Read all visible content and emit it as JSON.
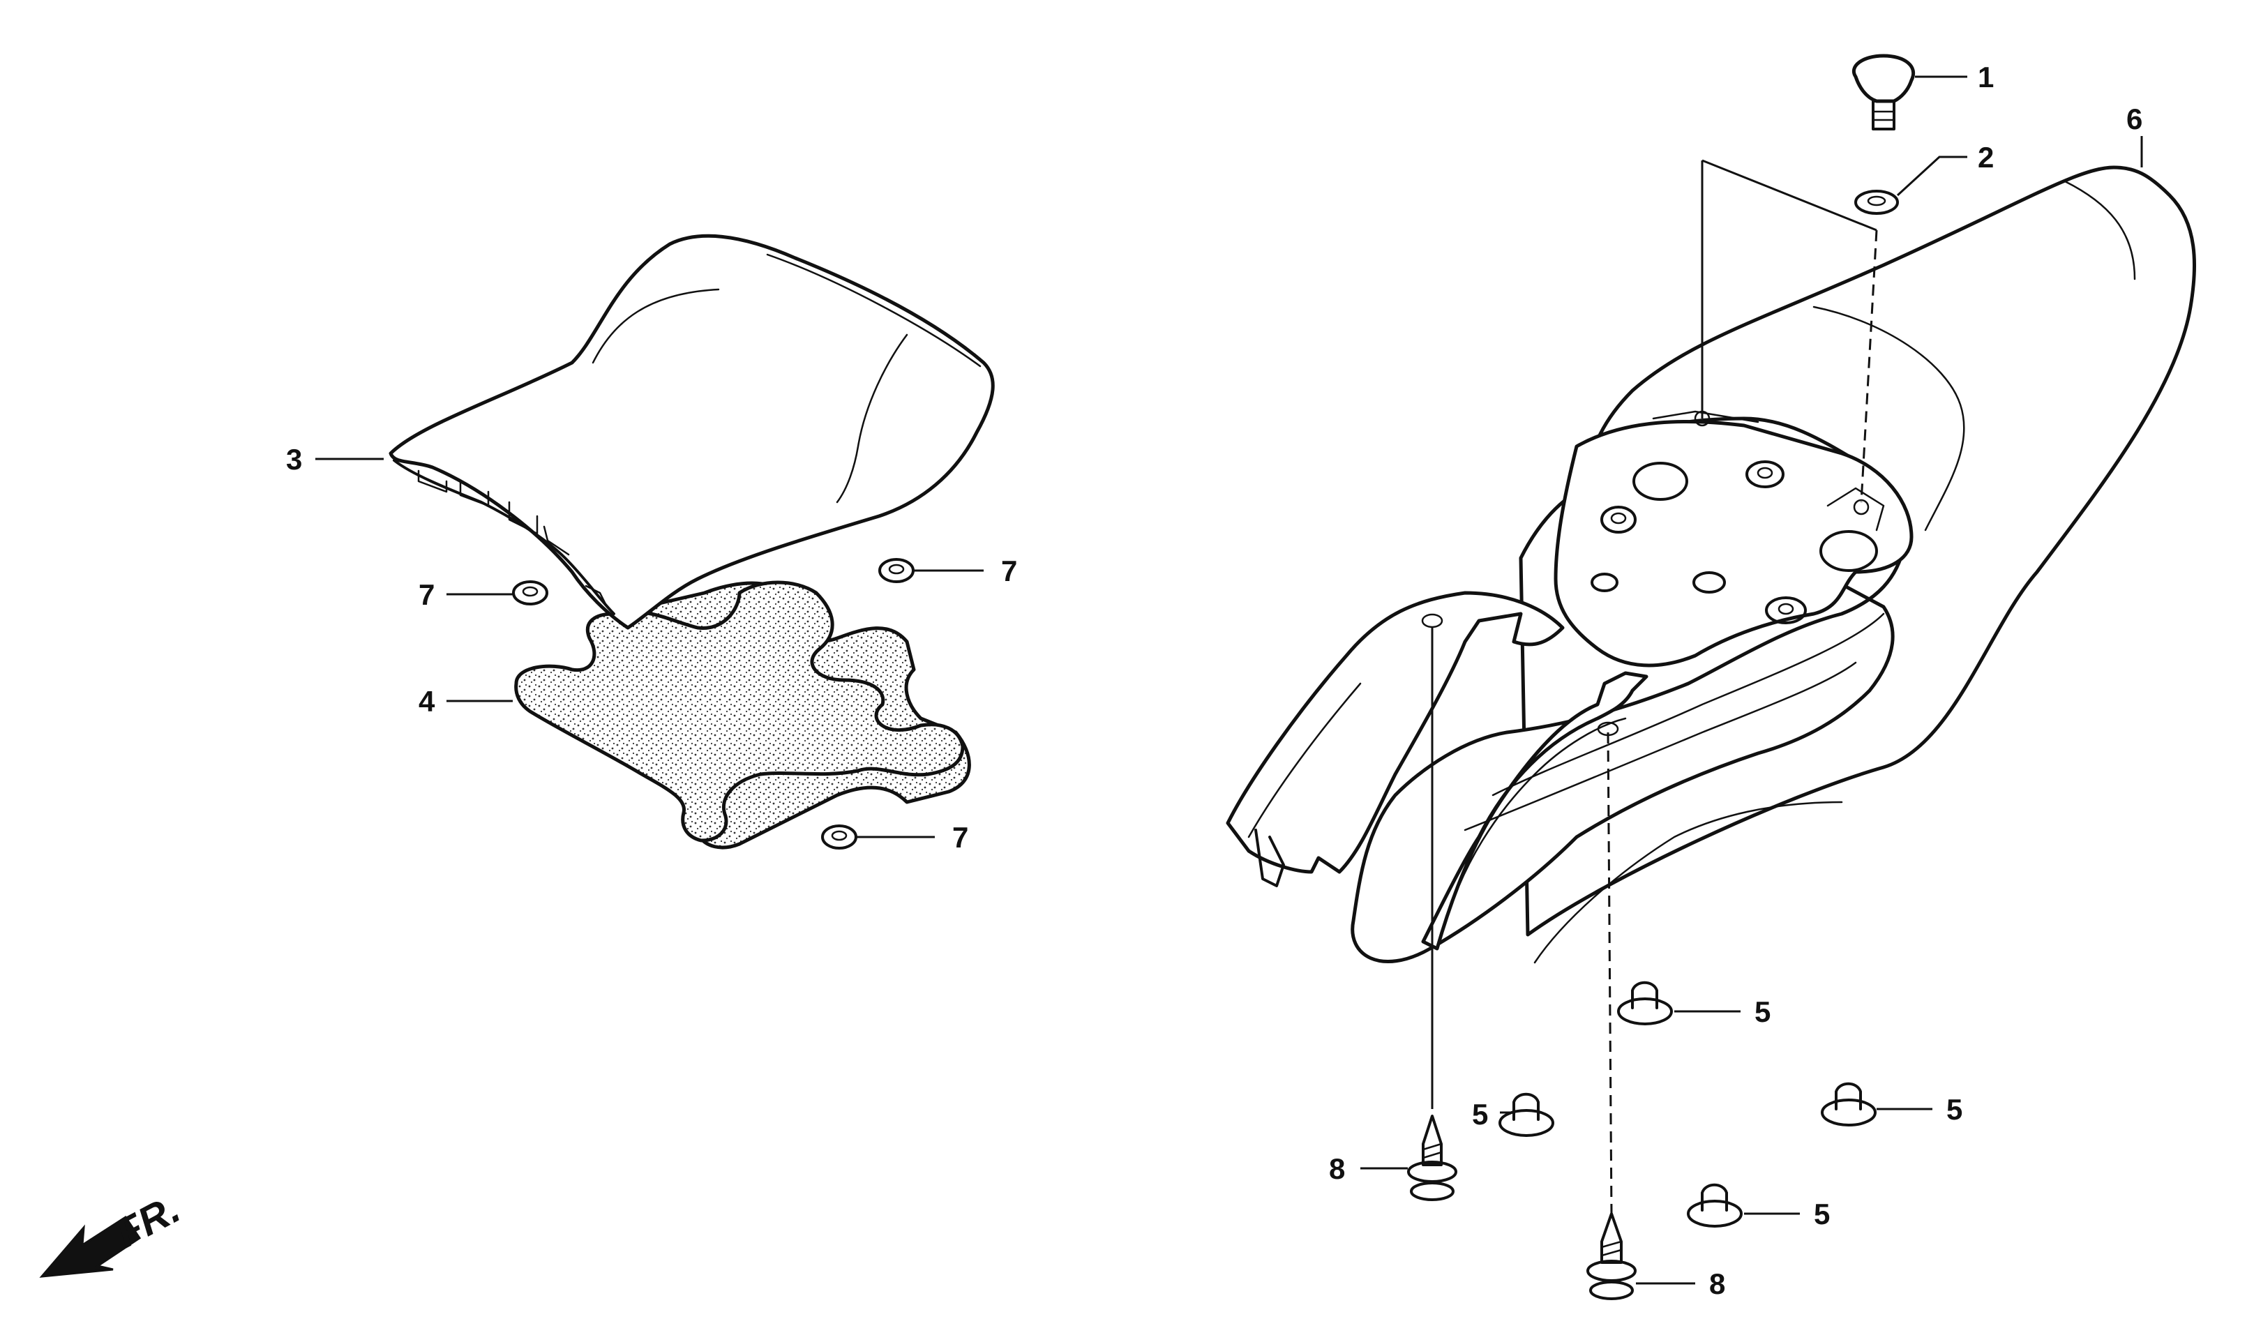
{
  "callouts": {
    "c1": "1",
    "c2": "2",
    "c3": "3",
    "c4": "4",
    "c5a": "5",
    "c5b": "5",
    "c5c": "5",
    "c5d": "5",
    "c6": "6",
    "c7a": "7",
    "c7b": "7",
    "c7c": "7",
    "c8a": "8",
    "c8b": "8"
  },
  "direction": {
    "label": "FR.",
    "icon": "front-direction-arrow-icon"
  },
  "colors": {
    "line": "#111111",
    "background": "#ffffff"
  }
}
